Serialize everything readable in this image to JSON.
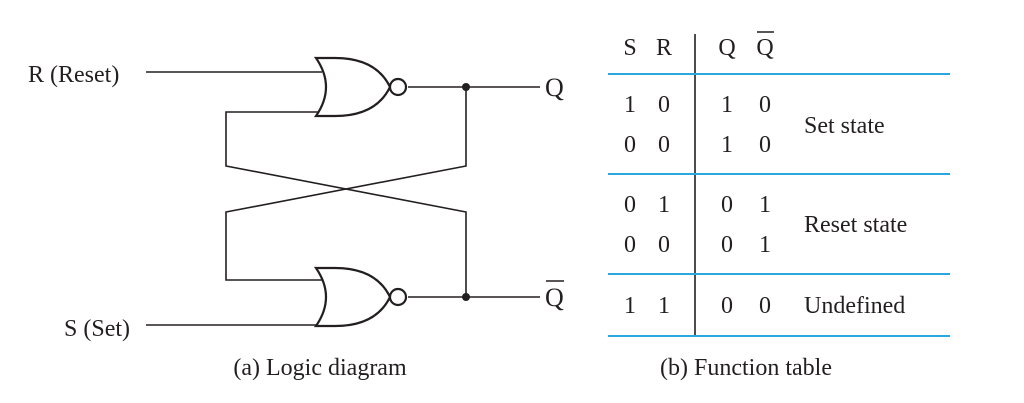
{
  "logic_diagram": {
    "input_r_label": "R (Reset)",
    "input_s_label": "S (Set)",
    "output_q_label": "Q",
    "output_qbar_label": "Q",
    "caption": "(a) Logic diagram"
  },
  "function_table": {
    "headers": {
      "s": "S",
      "r": "R",
      "q": "Q",
      "qbar": "Q"
    },
    "rows": [
      {
        "s": "1",
        "r": "0",
        "q": "1",
        "qbar": "0"
      },
      {
        "s": "0",
        "r": "0",
        "q": "1",
        "qbar": "0"
      },
      {
        "s": "0",
        "r": "1",
        "q": "0",
        "qbar": "1"
      },
      {
        "s": "0",
        "r": "0",
        "q": "0",
        "qbar": "1"
      },
      {
        "s": "1",
        "r": "1",
        "q": "0",
        "qbar": "0"
      }
    ],
    "states": {
      "set": "Set state",
      "reset": "Reset state",
      "undefined": "Undefined"
    },
    "caption": "(b) Function table"
  },
  "colors": {
    "ink": "#231f20",
    "rule": "#29a8e0"
  }
}
